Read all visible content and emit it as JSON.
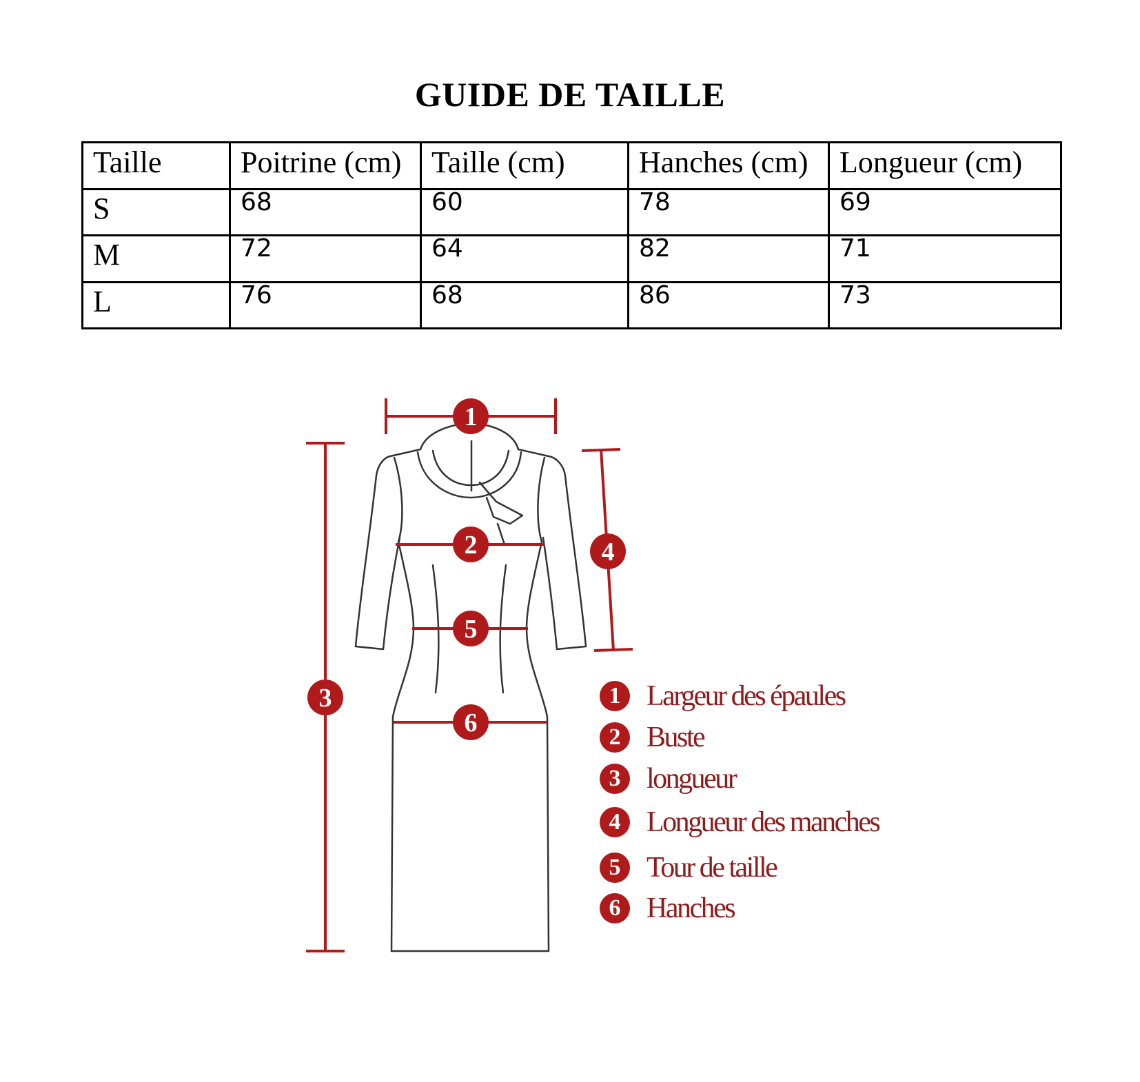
{
  "title": "GUIDE DE TAILLE",
  "table": {
    "headers": [
      "Taille",
      "Poitrine (cm)",
      "Taille (cm)",
      "Hanches (cm)",
      "Longueur (cm)"
    ],
    "rows": [
      [
        "S",
        "68",
        "60",
        "78",
        "69"
      ],
      [
        "M",
        "72",
        "64",
        "82",
        "71"
      ],
      [
        "L",
        "76",
        "68",
        "86",
        "73"
      ]
    ]
  },
  "markers": [
    "1",
    "2",
    "3",
    "4",
    "5",
    "6"
  ],
  "legend": [
    {
      "number": "1",
      "label": "Largeur des épaules"
    },
    {
      "number": "2",
      "label": "Buste"
    },
    {
      "number": "3",
      "label": "longueur"
    },
    {
      "number": "4",
      "label": "Longueur des manches"
    },
    {
      "number": "5",
      "label": "Tour de taille"
    },
    {
      "number": "6",
      "label": "Hanches"
    }
  ],
  "colors": {
    "accent": "#b01a1a",
    "legend_text": "#8e1c1c",
    "outline": "#333333"
  }
}
